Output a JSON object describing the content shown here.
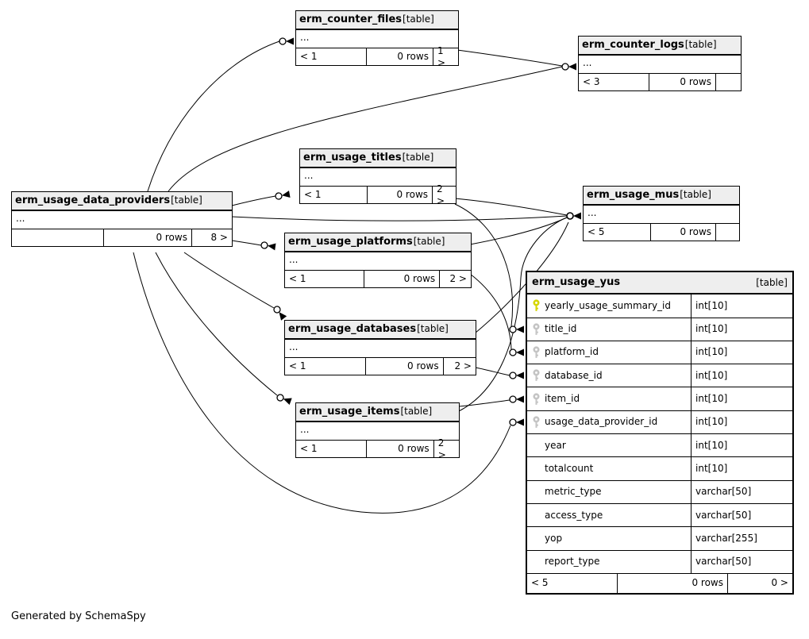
{
  "diagram": {
    "generated_by": "Generated by SchemaSpy",
    "ellipsis": "...",
    "colors": {
      "table_header_bg": "#eeeeee",
      "border": "#000000",
      "primary_key": "#d6d600",
      "foreign_key": "#c4c4c4",
      "edge": "#000000"
    },
    "tables": {
      "counter_files": {
        "name": "erm_counter_files",
        "tag": "[table]",
        "footer": [
          "< 1",
          "0 rows",
          "1 >"
        ]
      },
      "counter_logs": {
        "name": "erm_counter_logs",
        "tag": "[table]",
        "footer": [
          "< 3",
          "0 rows",
          ""
        ]
      },
      "usage_titles": {
        "name": "erm_usage_titles",
        "tag": "[table]",
        "footer": [
          "< 1",
          "0 rows",
          "2 >"
        ]
      },
      "data_providers": {
        "name": "erm_usage_data_providers",
        "tag": "[table]",
        "footer": [
          "",
          "0 rows",
          "8 >"
        ]
      },
      "usage_mus": {
        "name": "erm_usage_mus",
        "tag": "[table]",
        "footer": [
          "< 5",
          "0 rows",
          ""
        ]
      },
      "usage_platforms": {
        "name": "erm_usage_platforms",
        "tag": "[table]",
        "footer": [
          "< 1",
          "0 rows",
          "2 >"
        ]
      },
      "usage_databases": {
        "name": "erm_usage_databases",
        "tag": "[table]",
        "footer": [
          "< 1",
          "0 rows",
          "2 >"
        ]
      },
      "usage_items": {
        "name": "erm_usage_items",
        "tag": "[table]",
        "footer": [
          "< 1",
          "0 rows",
          "2 >"
        ]
      },
      "usage_yus": {
        "name": "erm_usage_yus",
        "tag": "[table]",
        "columns": [
          {
            "name": "yearly_usage_summary_id",
            "type": "int[10]",
            "key": "primary"
          },
          {
            "name": "title_id",
            "type": "int[10]",
            "key": "foreign"
          },
          {
            "name": "platform_id",
            "type": "int[10]",
            "key": "foreign"
          },
          {
            "name": "database_id",
            "type": "int[10]",
            "key": "foreign"
          },
          {
            "name": "item_id",
            "type": "int[10]",
            "key": "foreign"
          },
          {
            "name": "usage_data_provider_id",
            "type": "int[10]",
            "key": "foreign"
          },
          {
            "name": "year",
            "type": "int[10]",
            "key": ""
          },
          {
            "name": "totalcount",
            "type": "int[10]",
            "key": ""
          },
          {
            "name": "metric_type",
            "type": "varchar[50]",
            "key": ""
          },
          {
            "name": "access_type",
            "type": "varchar[50]",
            "key": ""
          },
          {
            "name": "yop",
            "type": "varchar[255]",
            "key": ""
          },
          {
            "name": "report_type",
            "type": "varchar[50]",
            "key": ""
          }
        ],
        "footer": [
          "< 5",
          "0 rows",
          "0 >"
        ]
      }
    },
    "relationships": [
      {
        "from": "erm_usage_data_providers",
        "to": "erm_counter_files"
      },
      {
        "from": "erm_usage_data_providers",
        "to": "erm_counter_logs"
      },
      {
        "from": "erm_usage_data_providers",
        "to": "erm_usage_titles"
      },
      {
        "from": "erm_usage_data_providers",
        "to": "erm_usage_platforms"
      },
      {
        "from": "erm_usage_data_providers",
        "to": "erm_usage_databases"
      },
      {
        "from": "erm_usage_data_providers",
        "to": "erm_usage_items"
      },
      {
        "from": "erm_usage_data_providers",
        "to": "erm_usage_mus"
      },
      {
        "from": "erm_usage_data_providers",
        "to": "erm_usage_yus.usage_data_provider_id"
      },
      {
        "from": "erm_counter_files",
        "to": "erm_counter_logs"
      },
      {
        "from": "erm_usage_titles",
        "to": "erm_usage_mus"
      },
      {
        "from": "erm_usage_titles",
        "to": "erm_usage_yus.title_id"
      },
      {
        "from": "erm_usage_platforms",
        "to": "erm_usage_mus"
      },
      {
        "from": "erm_usage_platforms",
        "to": "erm_usage_yus.platform_id"
      },
      {
        "from": "erm_usage_databases",
        "to": "erm_usage_mus"
      },
      {
        "from": "erm_usage_databases",
        "to": "erm_usage_yus.database_id"
      },
      {
        "from": "erm_usage_items",
        "to": "erm_usage_mus"
      },
      {
        "from": "erm_usage_items",
        "to": "erm_usage_yus.item_id"
      }
    ]
  }
}
